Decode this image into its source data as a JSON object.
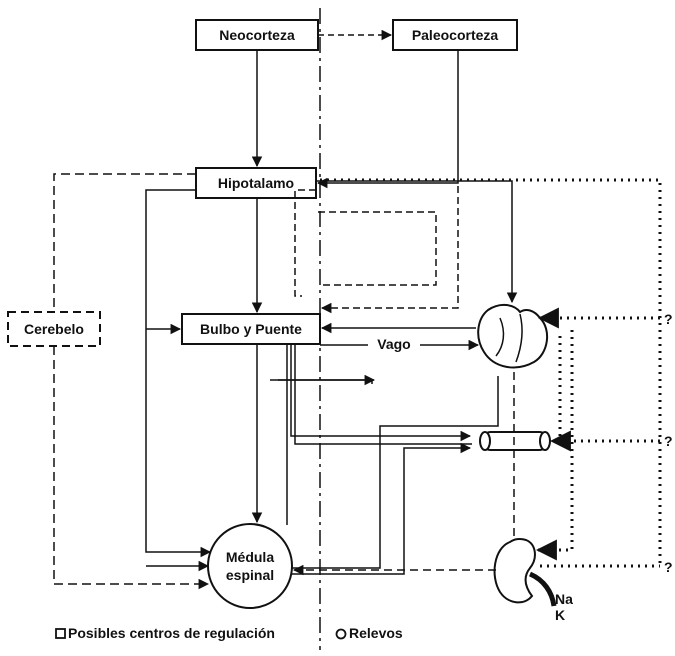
{
  "nodes": {
    "neocorteza": "Neocorteza",
    "paleocorteza": "Paleocorteza",
    "hipotalamo": "Hipotalamo",
    "bulbo": "Bulbo y Puente",
    "cerebelo": "Cerebelo",
    "medula_line1": "Médula",
    "medula_line2": "espinal"
  },
  "labels": {
    "vago": "Vago",
    "q1": "?",
    "q2": "?",
    "q3": "?",
    "na": "Na",
    "k": "K"
  },
  "legend": {
    "square_text": "Posibles centros de regulación",
    "circle_text": "Relevos"
  }
}
